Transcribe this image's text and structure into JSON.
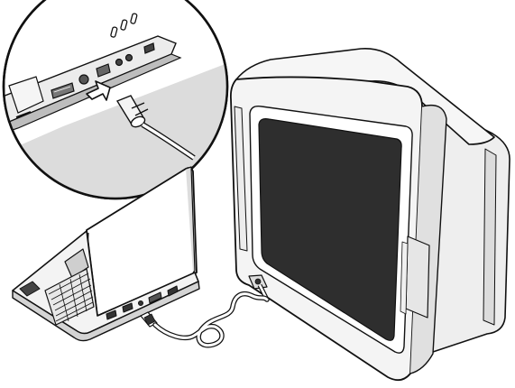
{
  "figure": {
    "kind": "line-art illustration",
    "components": [
      {
        "id": "notebook",
        "icon": "laptop-icon"
      },
      {
        "id": "television",
        "icon": "tv-icon"
      },
      {
        "id": "video-cable",
        "icon": "cable-icon"
      },
      {
        "id": "detail-magnifier",
        "icon": "zoom-circle-icon"
      },
      {
        "id": "insert-arrow",
        "icon": "arrow-icon"
      }
    ],
    "colors": {
      "ink": "#111111",
      "screen": "#2e2e2e",
      "body_fill": "#f2f2f2",
      "panel_fill": "#c8c8c8",
      "paper": "#ffffff"
    }
  }
}
